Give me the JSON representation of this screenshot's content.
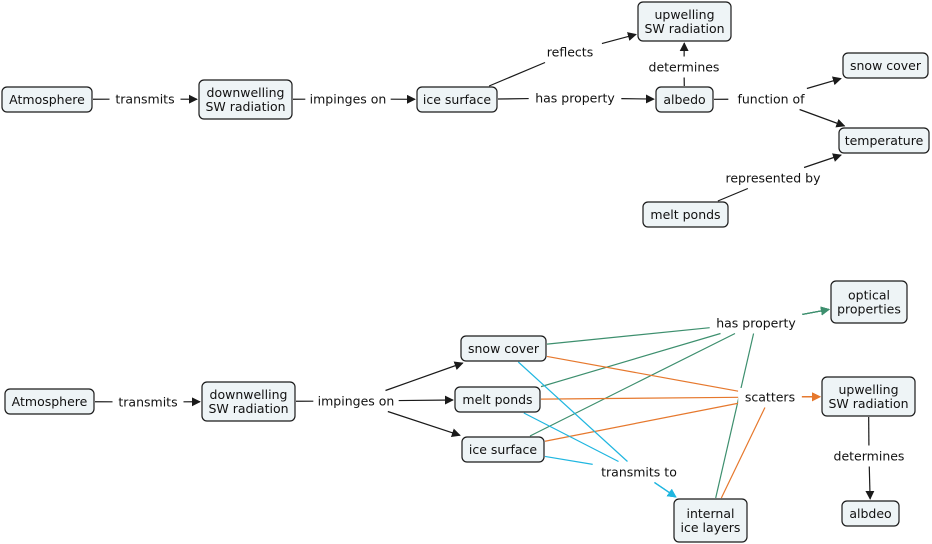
{
  "colors": {
    "black": "#1a1a1a",
    "green": "#3d8f6e",
    "orange": "#e6782d",
    "cyan": "#1fb6e0",
    "node_fill": "#eef4f6"
  },
  "nodes": {
    "t_atmosphere": {
      "lines": [
        "Atmosphere"
      ]
    },
    "t_downwelling": {
      "lines": [
        "downwelling",
        "SW radiation"
      ]
    },
    "t_ice_surface": {
      "lines": [
        "ice surface"
      ]
    },
    "t_albedo": {
      "lines": [
        "albedo"
      ]
    },
    "t_upwelling": {
      "lines": [
        "upwelling",
        "SW radiation"
      ]
    },
    "t_snow_cover": {
      "lines": [
        "snow cover"
      ]
    },
    "t_temperature": {
      "lines": [
        "temperature"
      ]
    },
    "t_melt_ponds": {
      "lines": [
        "melt ponds"
      ]
    },
    "b_atmosphere": {
      "lines": [
        "Atmosphere"
      ]
    },
    "b_downwelling": {
      "lines": [
        "downwelling",
        "SW radiation"
      ]
    },
    "b_snow_cover": {
      "lines": [
        "snow cover"
      ]
    },
    "b_melt_ponds": {
      "lines": [
        "melt ponds"
      ]
    },
    "b_ice_surface": {
      "lines": [
        "ice surface"
      ]
    },
    "b_internal": {
      "lines": [
        "internal",
        "ice layers"
      ]
    },
    "b_optical": {
      "lines": [
        "optical",
        "properties"
      ]
    },
    "b_upwelling": {
      "lines": [
        "upwelling",
        "SW radiation"
      ]
    },
    "b_albdeo": {
      "lines": [
        "albdeo"
      ]
    }
  },
  "labels": {
    "t_transmits": "transmits",
    "t_impinges": "impinges on",
    "t_has_property": "has property",
    "t_reflects": "reflects",
    "t_determines": "determines",
    "t_function_of": "function of",
    "t_represented_by": "represented by",
    "b_transmits": "transmits",
    "b_impinges": "impinges on",
    "b_has_property": "has property",
    "b_scatters": "scatters",
    "b_transmits_to": "transmits to",
    "b_determines": "determines"
  },
  "edges": [
    {
      "from": "t_atmosphere",
      "to": "t_downwelling",
      "via": "t_transmits",
      "color": "black"
    },
    {
      "from": "t_downwelling",
      "to": "t_ice_surface",
      "via": "t_impinges",
      "color": "black"
    },
    {
      "from": "t_ice_surface",
      "to": "t_albedo",
      "via": "t_has_property",
      "color": "black"
    },
    {
      "from": "t_ice_surface",
      "to": "t_upwelling",
      "via": "t_reflects",
      "color": "black"
    },
    {
      "from": "t_albedo",
      "to": "t_upwelling",
      "via": "t_determines",
      "color": "black"
    },
    {
      "from": "t_albedo",
      "to": "t_snow_cover",
      "via": "t_function_of",
      "color": "black"
    },
    {
      "from": "t_albedo",
      "to": "t_temperature",
      "via": "t_function_of",
      "color": "black"
    },
    {
      "from": "t_melt_ponds",
      "to": "t_temperature",
      "via": "t_represented_by",
      "color": "black"
    },
    {
      "from": "b_atmosphere",
      "to": "b_downwelling",
      "via": "b_transmits",
      "color": "black"
    },
    {
      "from": "b_downwelling",
      "to": "b_snow_cover",
      "via": "b_impinges",
      "color": "black"
    },
    {
      "from": "b_downwelling",
      "to": "b_melt_ponds",
      "via": "b_impinges",
      "color": "black"
    },
    {
      "from": "b_downwelling",
      "to": "b_ice_surface",
      "via": "b_impinges",
      "color": "black"
    },
    {
      "from": "b_snow_cover",
      "to": "b_optical",
      "via": "b_has_property",
      "color": "green"
    },
    {
      "from": "b_melt_ponds",
      "to": "b_optical",
      "via": "b_has_property",
      "color": "green"
    },
    {
      "from": "b_ice_surface",
      "to": "b_optical",
      "via": "b_has_property",
      "color": "green"
    },
    {
      "from": "b_internal",
      "to": "b_optical",
      "via": "b_has_property",
      "color": "green"
    },
    {
      "from": "b_snow_cover",
      "to": "b_upwelling",
      "via": "b_scatters",
      "color": "orange"
    },
    {
      "from": "b_melt_ponds",
      "to": "b_upwelling",
      "via": "b_scatters",
      "color": "orange"
    },
    {
      "from": "b_ice_surface",
      "to": "b_upwelling",
      "via": "b_scatters",
      "color": "orange"
    },
    {
      "from": "b_internal",
      "to": "b_upwelling",
      "via": "b_scatters",
      "color": "orange"
    },
    {
      "from": "b_snow_cover",
      "to": "b_internal",
      "via": "b_transmits_to",
      "color": "cyan"
    },
    {
      "from": "b_melt_ponds",
      "to": "b_internal",
      "via": "b_transmits_to",
      "color": "cyan"
    },
    {
      "from": "b_ice_surface",
      "to": "b_internal",
      "via": "b_transmits_to",
      "color": "cyan"
    },
    {
      "from": "b_upwelling",
      "to": "b_albdeo",
      "via": "b_determines",
      "color": "black"
    }
  ]
}
